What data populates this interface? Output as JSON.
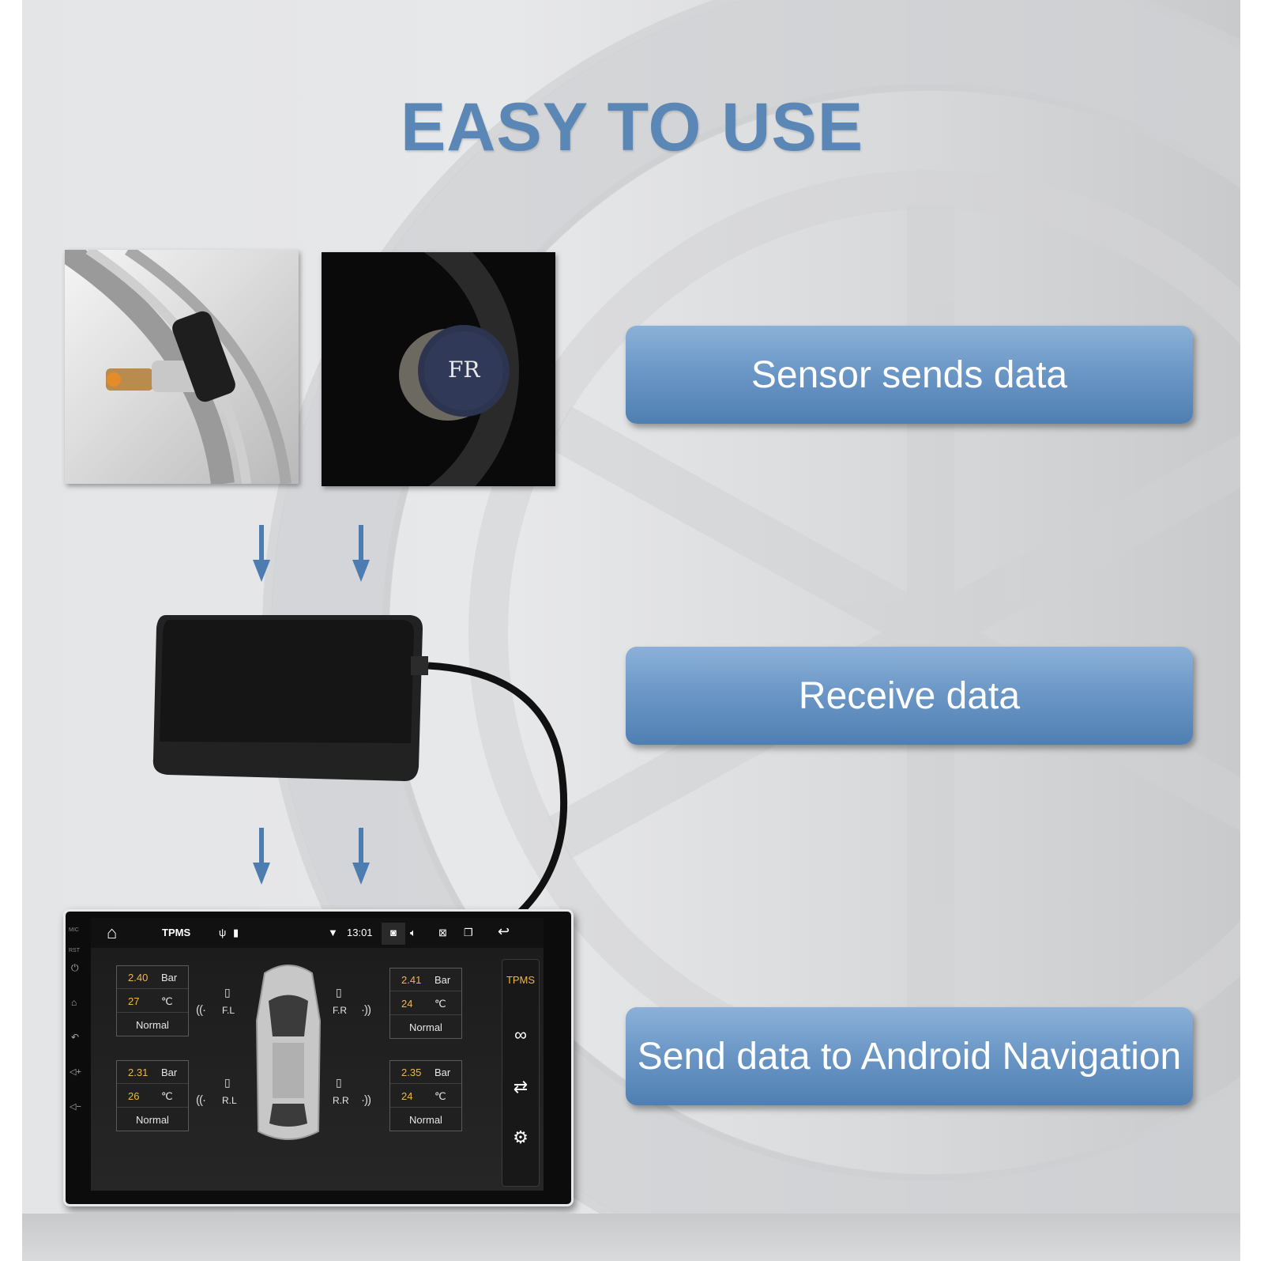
{
  "title": "EASY TO USE",
  "steps": [
    {
      "label": "Sensor sends data"
    },
    {
      "label": "Receive data"
    },
    {
      "label": "Send data to Android Navigation"
    }
  ],
  "sensor_cap_text": "FR",
  "colors": {
    "title": "#5a87b5",
    "pill": "#6c98c7",
    "arrow": "#4d7db0",
    "pressure": "#f1b64a"
  },
  "screen": {
    "side_labels": {
      "mic": "MIC",
      "rst": "RST"
    },
    "status_bar": {
      "app_name": "TPMS",
      "time": "13:01"
    },
    "tires": {
      "front_left": {
        "pressure": "2.40",
        "pressure_unit": "Bar",
        "temp": "27",
        "temp_unit": "℃",
        "status": "Normal",
        "label": "F.L"
      },
      "front_right": {
        "pressure": "2.41",
        "pressure_unit": "Bar",
        "temp": "24",
        "temp_unit": "℃",
        "status": "Normal",
        "label": "F.R"
      },
      "rear_left": {
        "pressure": "2.31",
        "pressure_unit": "Bar",
        "temp": "26",
        "temp_unit": "℃",
        "status": "Normal",
        "label": "R.L"
      },
      "rear_right": {
        "pressure": "2.35",
        "pressure_unit": "Bar",
        "temp": "24",
        "temp_unit": "℃",
        "status": "Normal",
        "label": "R.R"
      }
    },
    "rail": {
      "tpms_label": "TPMS"
    },
    "icons": [
      "home-icon",
      "usb-icon",
      "sd-card-icon",
      "wifi-icon",
      "camera-icon",
      "volume-icon",
      "close-window-icon",
      "multi-window-icon",
      "back-icon",
      "link-icon",
      "swap-icon",
      "settings-icon"
    ]
  }
}
